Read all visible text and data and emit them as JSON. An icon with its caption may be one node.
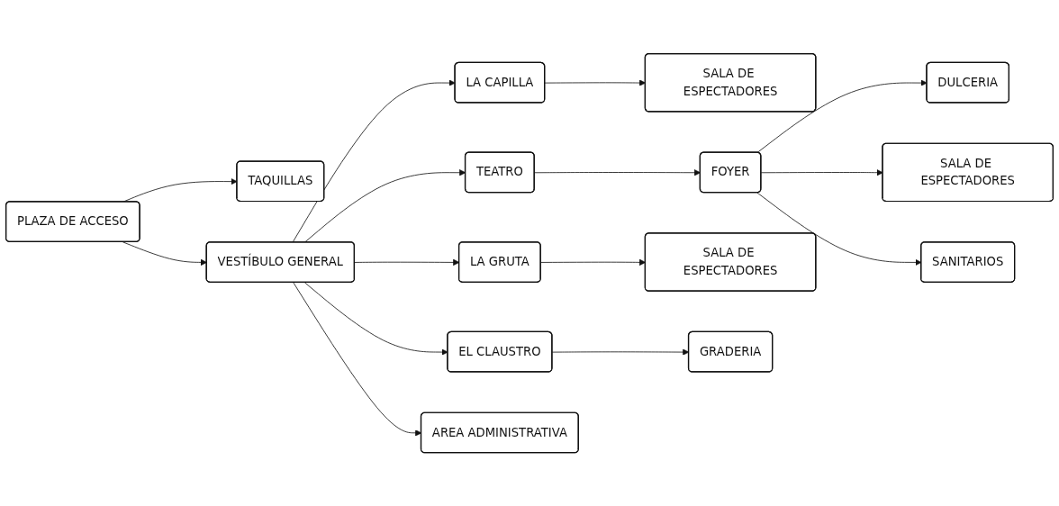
{
  "diagram": {
    "nodes": [
      {
        "text": [
          "TAQUILLAS"
        ]
      },
      {
        "text": [
          "PLAZA DE ACCESO"
        ]
      },
      {
        "text": [
          "SALA DE ESPECTADORES"
        ]
      },
      {
        "text": [
          "TEATRO"
        ]
      },
      {
        "text": [
          "VESTÍBULO GENERAL"
        ]
      },
      {
        "text": [
          "LA CAPILLA"
        ]
      },
      {
        "text": [
          "FOYER"
        ]
      },
      {
        "text": [
          "LA GRUTA"
        ]
      },
      {
        "text": [
          "EL CLAUSTRO"
        ]
      },
      {
        "text": [
          "AREA ADMINISTRATIVA"
        ]
      },
      {
        "text": [
          "SALA DE ESPECTADORES"
        ]
      },
      {
        "text": [
          "GRADERIA"
        ]
      },
      {
        "text": [
          "DULCERIA"
        ]
      },
      {
        "text": [
          "SALA DE ESPECTADORES"
        ]
      },
      {
        "text": [
          "SANITARIOS"
        ]
      }
    ],
    "edges": [
      {
        "from": 1,
        "to": 0,
        "arrow": "to"
      },
      {
        "from": 1,
        "to": 4,
        "arrow": "to"
      },
      {
        "from": 4,
        "to": 3,
        "arrow": "to"
      },
      {
        "from": 3,
        "to": 6,
        "arrow": "to"
      },
      {
        "from": 4,
        "to": 5,
        "arrow": "to"
      },
      {
        "from": 5,
        "to": 2,
        "arrow": "to"
      },
      {
        "from": 4,
        "to": 7,
        "arrow": "to"
      },
      {
        "from": 4,
        "to": 9,
        "arrow": "to"
      },
      {
        "from": 4,
        "to": 8,
        "arrow": "to"
      },
      {
        "from": 7,
        "to": 10,
        "arrow": "to"
      },
      {
        "from": 8,
        "to": 11,
        "arrow": "to"
      },
      {
        "from": 6,
        "to": 12,
        "arrow": "to"
      },
      {
        "from": 6,
        "to": 13,
        "arrow": "to"
      },
      {
        "from": 6,
        "to": 14,
        "arrow": "to"
      }
    ]
  }
}
